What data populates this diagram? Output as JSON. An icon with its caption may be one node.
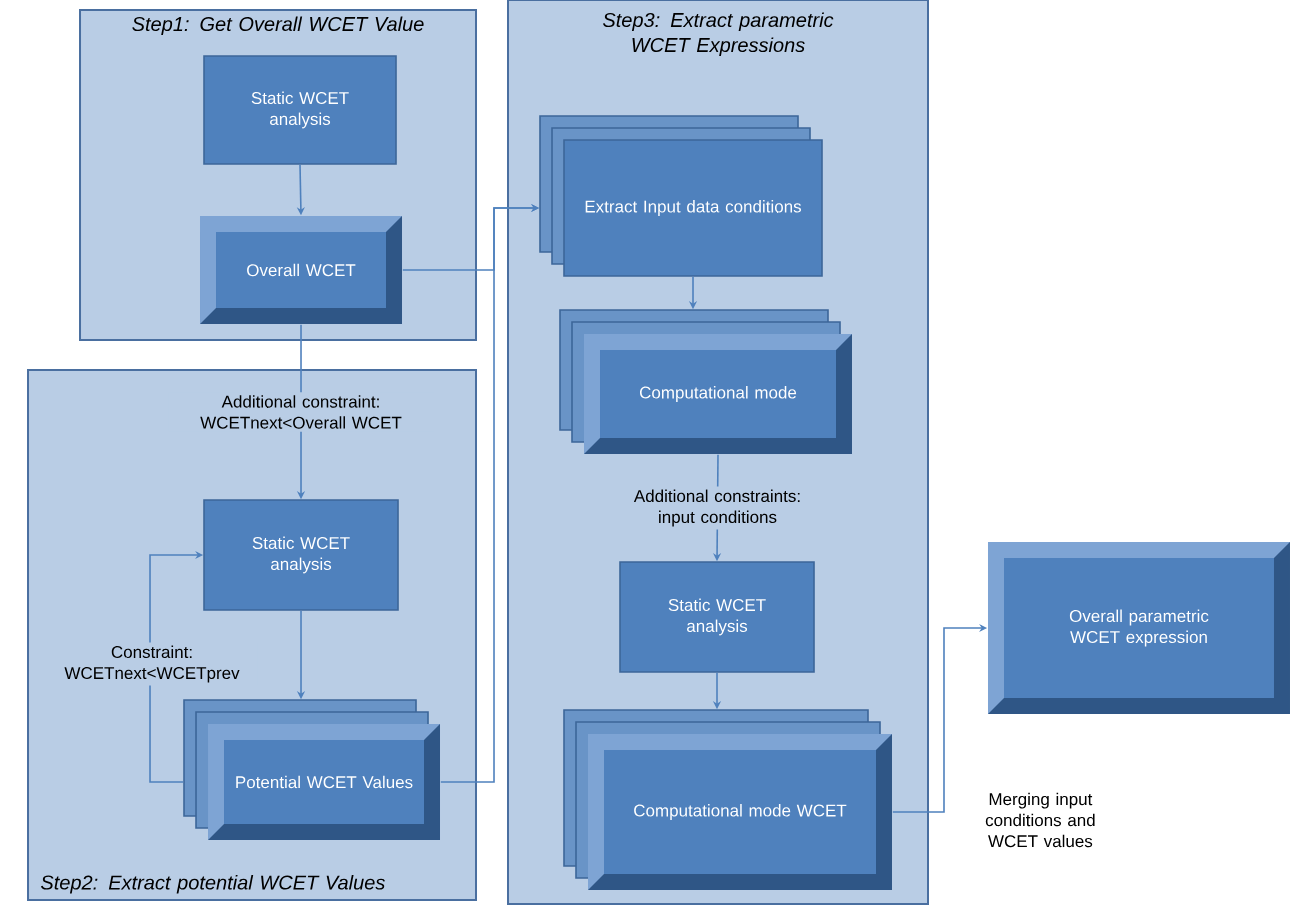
{
  "diagram": {
    "nodes": [
      {
        "text": [
          "Step1: Get Overall WCET Value"
        ]
      },
      {
        "text": [
          "Static WCET analysis"
        ],
        "in": 0
      },
      {
        "text": [
          "Overall WCET"
        ],
        "in": 0
      },
      {
        "text": [
          "Step2: Extract potential WCET Values"
        ]
      },
      {
        "text": [
          "Static WCET analysis"
        ],
        "in": 3
      },
      {
        "text": [
          "Potential WCET Values"
        ],
        "in": 3
      },
      {
        "text": [
          "Step3: Extract parametric WCET Expressions"
        ]
      },
      {
        "text": [
          "Extract Input data conditions"
        ],
        "in": 6
      },
      {
        "text": [
          "Computational mode"
        ],
        "in": 6
      },
      {
        "text": [
          "Static WCET analysis"
        ],
        "in": 6
      },
      {
        "text": [
          "Computational mode WCET"
        ],
        "in": 6
      },
      {
        "text": [
          "Overall parametric WCET expression"
        ]
      }
    ],
    "edges": [
      {
        "from": 1,
        "to": 2,
        "arrow": "to"
      },
      {
        "from": 2,
        "to": 7,
        "arrow": "to"
      },
      {
        "from": 2,
        "to": 4,
        "arrow": "to",
        "label": "Additional constraint: WCETnext<Overall WCET"
      },
      {
        "from": 4,
        "to": 5,
        "arrow": "to"
      },
      {
        "from": 5,
        "to": 4,
        "arrow": "to",
        "label": "Constraint: WCETnext<WCETprev"
      },
      {
        "from": 5,
        "to": 7,
        "arrow": "to"
      },
      {
        "from": 7,
        "to": 8,
        "arrow": "to"
      },
      {
        "from": 8,
        "to": 9,
        "arrow": "to",
        "label": "Additional constraints: input conditions"
      },
      {
        "from": 9,
        "to": 10,
        "arrow": "to"
      },
      {
        "from": 10,
        "to": 11,
        "arrow": "to",
        "label": "Merging input conditions and WCET values"
      }
    ]
  }
}
